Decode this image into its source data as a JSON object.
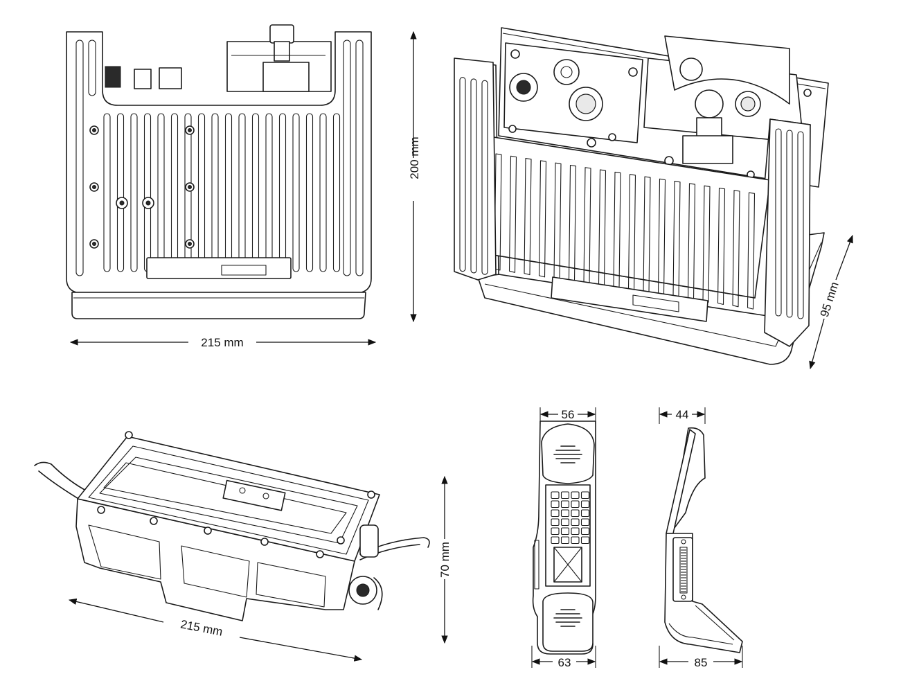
{
  "dimensions": {
    "top_left_height": "200 mm",
    "top_left_width": "215 mm",
    "top_right_depth": "95 mm",
    "bottom_left_length": "215 mm",
    "bottom_left_height": "70 mm",
    "handset_front_top": "56",
    "handset_front_bottom": "63",
    "handset_side_top": "44",
    "handset_side_bottom": "85"
  },
  "colors": {
    "line": "#1a1a1a",
    "background": "#ffffff"
  }
}
